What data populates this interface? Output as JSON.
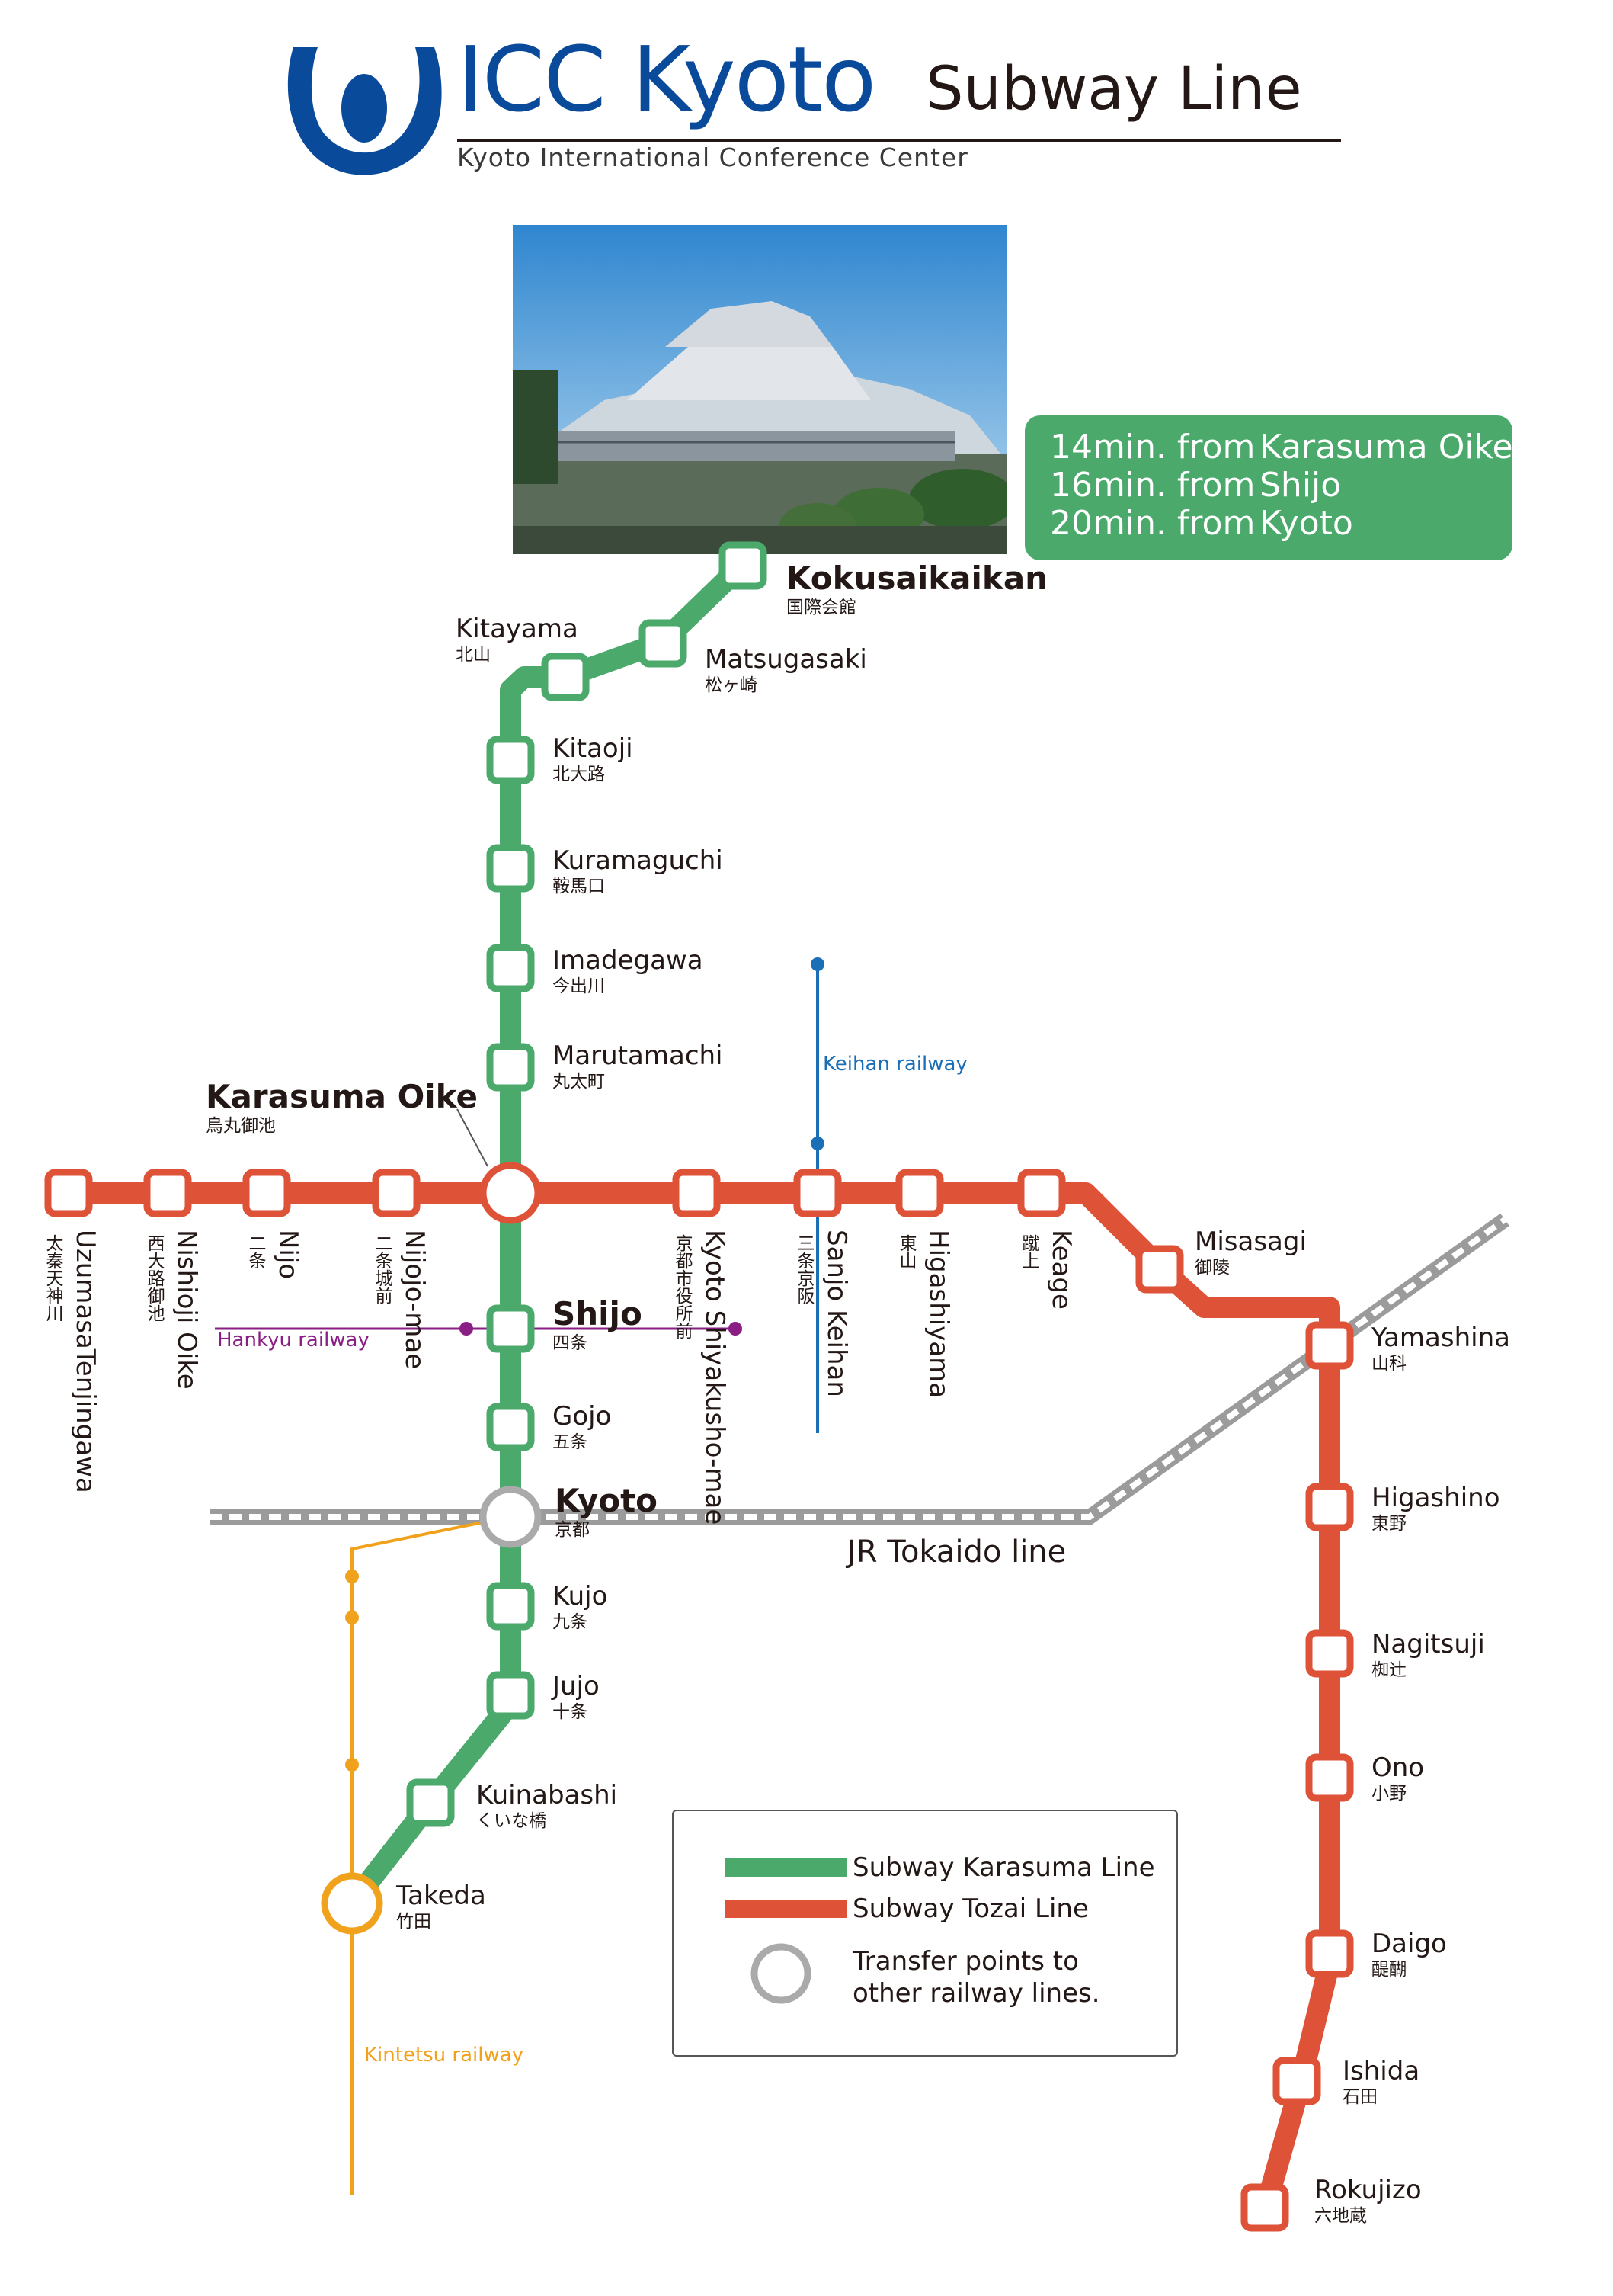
{
  "header": {
    "brand": "ICC Kyoto",
    "title": "Subway Line",
    "subtitle": "Kyoto International Conference Center"
  },
  "colors": {
    "karasuma": "#4aa96b",
    "tozai": "#de5238",
    "transfer": "#aaaaaa",
    "brand_blue": "#0a4a9a",
    "keihan": "#1b6fb6",
    "hankyu": "#8a1e84",
    "kintetsu": "#f0a21c",
    "jr": "#9b9b9b"
  },
  "travel_times": [
    {
      "time": "14min. from",
      "station": "Karasuma Oike"
    },
    {
      "time": "16min. from",
      "station": "Shijo"
    },
    {
      "time": "20min. from",
      "station": "Kyoto"
    }
  ],
  "stations": {
    "kokusaikaikan": {
      "en": "Kokusaikaikan",
      "jp": "国際会館"
    },
    "matsugasaki": {
      "en": "Matsugasaki",
      "jp": "松ヶ崎"
    },
    "kitayama": {
      "en": "Kitayama",
      "jp": "北山"
    },
    "kitaoji": {
      "en": "Kitaoji",
      "jp": "北大路"
    },
    "kuramaguchi": {
      "en": "Kuramaguchi",
      "jp": "鞍馬口"
    },
    "imadegawa": {
      "en": "Imadegawa",
      "jp": "今出川"
    },
    "marutamachi": {
      "en": "Marutamachi",
      "jp": "丸太町"
    },
    "karasuma_oike": {
      "en": "Karasuma Oike",
      "jp": "烏丸御池"
    },
    "shijo": {
      "en": "Shijo",
      "jp": "四条"
    },
    "gojo": {
      "en": "Gojo",
      "jp": "五条"
    },
    "kyoto": {
      "en": "Kyoto",
      "jp": "京都"
    },
    "kujo": {
      "en": "Kujo",
      "jp": "九条"
    },
    "jujo": {
      "en": "Jujo",
      "jp": "十条"
    },
    "kuinabashi": {
      "en": "Kuinabashi",
      "jp": "くいな橋"
    },
    "takeda": {
      "en": "Takeda",
      "jp": "竹田"
    },
    "uzumasa": {
      "en": "UzumasaTenjingawa",
      "jp": "太秦天神川"
    },
    "nishioji_oike": {
      "en": "Nishioji Oike",
      "jp": "西大路御池"
    },
    "nijo": {
      "en": "Nijo",
      "jp": "二条"
    },
    "nijojo_mae": {
      "en": "Nijojo-mae",
      "jp": "二条城前"
    },
    "shiyakusho": {
      "en": "Kyoto Shiyakusho-mae",
      "jp": "京都市役所前"
    },
    "sanjo_keihan": {
      "en": "Sanjo Keihan",
      "jp": "三条京阪"
    },
    "higashiyama": {
      "en": "Higashiyama",
      "jp": "東山"
    },
    "keage": {
      "en": "Keage",
      "jp": "蹴上"
    },
    "misasagi": {
      "en": "Misasagi",
      "jp": "御陵"
    },
    "yamashina": {
      "en": "Yamashina",
      "jp": "山科"
    },
    "higashino": {
      "en": "Higashino",
      "jp": "東野"
    },
    "nagitsuji": {
      "en": "Nagitsuji",
      "jp": "椥辻"
    },
    "ono": {
      "en": "Ono",
      "jp": "小野"
    },
    "daigo": {
      "en": "Daigo",
      "jp": "醍醐"
    },
    "ishida": {
      "en": "Ishida",
      "jp": "石田"
    },
    "rokujizo": {
      "en": "Rokujizo",
      "jp": "六地蔵"
    }
  },
  "railways": {
    "keihan": "Keihan railway",
    "hankyu": "Hankyu railway",
    "kintetsu": "Kintetsu railway",
    "jr": "JR Tokaido line"
  },
  "legend": {
    "karasuma": "Subway Karasuma Line",
    "tozai": "Subway Tozai Line",
    "transfer_line1": "Transfer points to",
    "transfer_line2": "other railway lines."
  }
}
